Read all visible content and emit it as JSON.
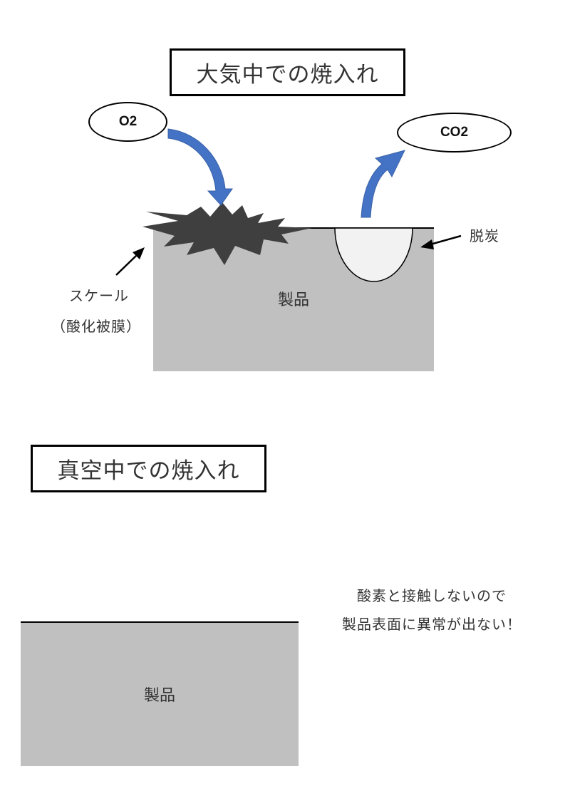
{
  "air_section": {
    "title": "大気中での焼入れ",
    "o2_label": "O2",
    "co2_label": "CO2",
    "product_label": "製品",
    "decarburization_label": "脱炭",
    "scale_label_line1": "スケール",
    "scale_label_line2": "（酸化被膜）"
  },
  "vacuum_section": {
    "title": "真空中での焼入れ",
    "product_label": "製品",
    "note_line1": "酸素と接触しないので",
    "note_line2": "製品表面に異常が出ない！"
  },
  "colors": {
    "product_gray": "#c0c0c0",
    "arrow_blue": "#4472c4",
    "scale_dark": "#3f3f3f",
    "decarb_fill": "#f2f2f2"
  }
}
